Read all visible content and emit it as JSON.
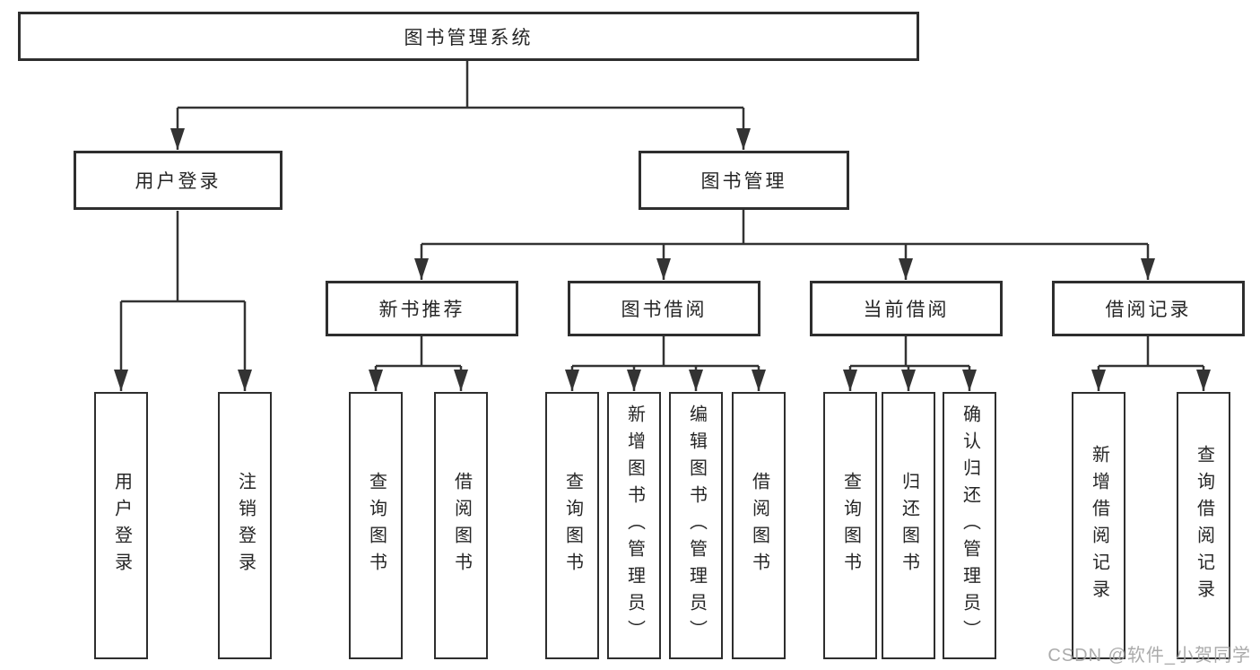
{
  "tree": {
    "root": {
      "label": "图书管理系统",
      "children": [
        {
          "label": "用户登录",
          "children": [
            {
              "label": "用户登录"
            },
            {
              "label": "注销登录"
            }
          ]
        },
        {
          "label": "图书管理",
          "children": [
            {
              "label": "新书推荐",
              "children": [
                {
                  "label": "查询图书"
                },
                {
                  "label": "借阅图书"
                }
              ]
            },
            {
              "label": "图书借阅",
              "children": [
                {
                  "label": "查询图书"
                },
                {
                  "label": "新增图书（管理员）"
                },
                {
                  "label": "编辑图书（管理员）"
                },
                {
                  "label": "借阅图书"
                }
              ]
            },
            {
              "label": "当前借阅",
              "children": [
                {
                  "label": "查询图书"
                },
                {
                  "label": "归还图书"
                },
                {
                  "label": "确认归还（管理员）"
                }
              ]
            },
            {
              "label": "借阅记录",
              "children": [
                {
                  "label": "新增借阅记录"
                },
                {
                  "label": "查询借阅记录"
                }
              ]
            }
          ]
        }
      ]
    }
  },
  "watermark": {
    "text": "CSDN @软件_小贺同学"
  },
  "colors": {
    "line": "#333333",
    "box_border": "#2e2e2e",
    "text": "#262626",
    "background": "#ffffff",
    "watermark": "#a3a3a3"
  }
}
